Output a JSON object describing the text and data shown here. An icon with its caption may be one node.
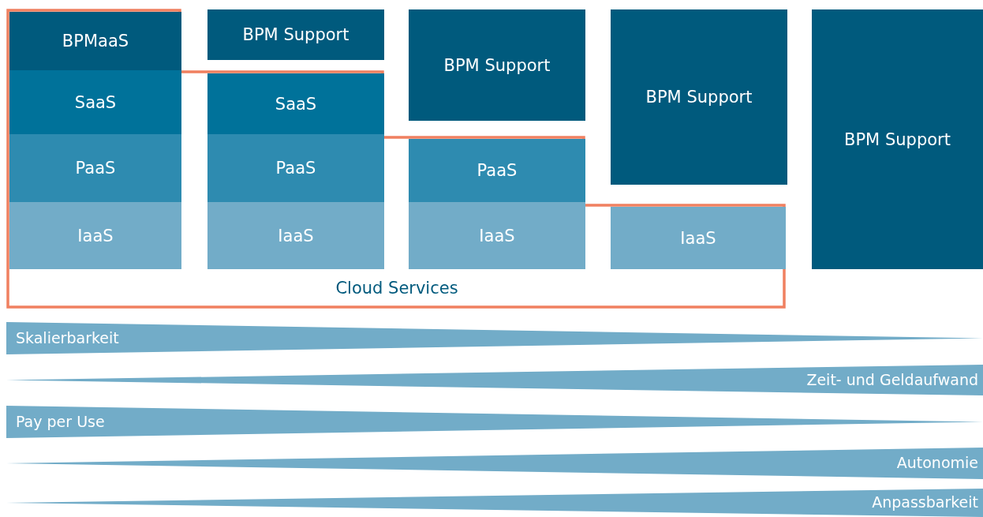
{
  "diagram": {
    "nodes": [
      {
        "text": [
          "Cloud Services"
        ]
      },
      {
        "text": [
          "BPMaaS"
        ],
        "in": 0
      },
      {
        "text": [
          "BPM Support"
        ]
      },
      {
        "text": [
          "BPM Support"
        ]
      },
      {
        "text": [
          "BPM Support"
        ]
      },
      {
        "text": [
          "BPM Support"
        ]
      },
      {
        "text": [
          "SaaS"
        ],
        "in": 0
      },
      {
        "text": [
          "SaaS"
        ],
        "in": 0
      },
      {
        "text": [
          "PaaS"
        ],
        "in": 0
      },
      {
        "text": [
          "PaaS"
        ],
        "in": 0
      },
      {
        "text": [
          "PaaS"
        ],
        "in": 0
      },
      {
        "text": [
          "IaaS"
        ],
        "in": 0
      },
      {
        "text": [
          "IaaS"
        ],
        "in": 0
      },
      {
        "text": [
          "IaaS"
        ],
        "in": 0
      },
      {
        "text": [
          "IaaS"
        ],
        "in": 0
      },
      {
        "text": [
          "Skalierbarkeit"
        ]
      },
      {
        "text": [
          "Zeit- und Geldaufwand"
        ]
      },
      {
        "text": [
          "Pay per Use"
        ]
      },
      {
        "text": [
          "Autonomie"
        ]
      },
      {
        "text": [
          "Anpassbarkeit"
        ]
      }
    ]
  }
}
